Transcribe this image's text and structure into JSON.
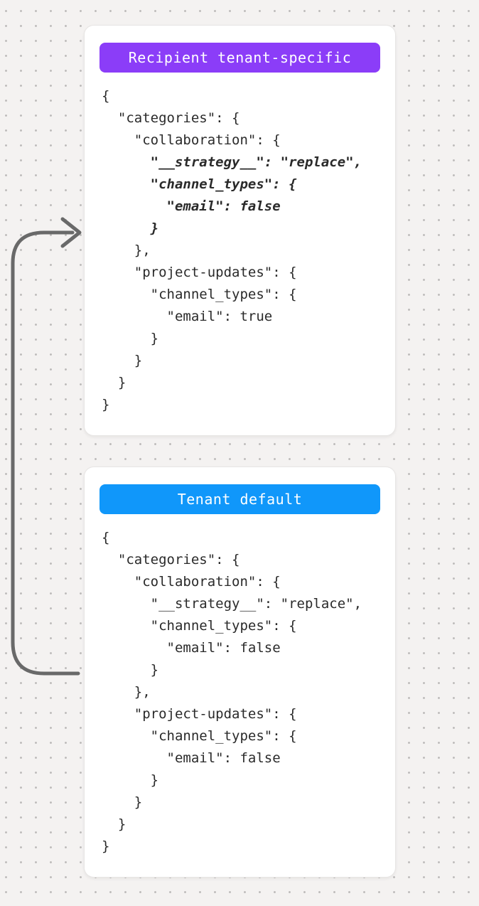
{
  "canvas": {
    "background_color": "#f4f2f1",
    "dot_color": "#bcbab9"
  },
  "arrow": {
    "color": "#696969",
    "meaning": "tenant default merges into recipient tenant-specific overrides"
  },
  "cards": [
    {
      "badge": {
        "label": "Recipient tenant-specific",
        "color": "#8b3df8",
        "text_color": "#ffffff"
      },
      "code": [
        {
          "text": "{",
          "emphasis": false
        },
        {
          "text": "  \"categories\": {",
          "emphasis": false
        },
        {
          "text": "    \"collaboration\": {",
          "emphasis": false
        },
        {
          "text": "      \"__strategy__\": \"replace\",",
          "emphasis": true
        },
        {
          "text": "      \"channel_types\": {",
          "emphasis": true
        },
        {
          "text": "        \"email\": false",
          "emphasis": true
        },
        {
          "text": "      }",
          "emphasis": true
        },
        {
          "text": "    },",
          "emphasis": false
        },
        {
          "text": "    \"project-updates\": {",
          "emphasis": false
        },
        {
          "text": "      \"channel_types\": {",
          "emphasis": false
        },
        {
          "text": "        \"email\": true",
          "emphasis": false
        },
        {
          "text": "      }",
          "emphasis": false
        },
        {
          "text": "    }",
          "emphasis": false
        },
        {
          "text": "  }",
          "emphasis": false
        },
        {
          "text": "}",
          "emphasis": false
        }
      ]
    },
    {
      "badge": {
        "label": "Tenant default",
        "color": "#1097fa",
        "text_color": "#ffffff"
      },
      "code": [
        {
          "text": "{",
          "emphasis": false
        },
        {
          "text": "  \"categories\": {",
          "emphasis": false
        },
        {
          "text": "    \"collaboration\": {",
          "emphasis": false
        },
        {
          "text": "      \"__strategy__\": \"replace\",",
          "emphasis": false
        },
        {
          "text": "      \"channel_types\": {",
          "emphasis": false
        },
        {
          "text": "        \"email\": false",
          "emphasis": false
        },
        {
          "text": "      }",
          "emphasis": false
        },
        {
          "text": "    },",
          "emphasis": false
        },
        {
          "text": "    \"project-updates\": {",
          "emphasis": false
        },
        {
          "text": "      \"channel_types\": {",
          "emphasis": false
        },
        {
          "text": "        \"email\": false",
          "emphasis": false
        },
        {
          "text": "      }",
          "emphasis": false
        },
        {
          "text": "    }",
          "emphasis": false
        },
        {
          "text": "  }",
          "emphasis": false
        },
        {
          "text": "}",
          "emphasis": false
        }
      ]
    }
  ]
}
